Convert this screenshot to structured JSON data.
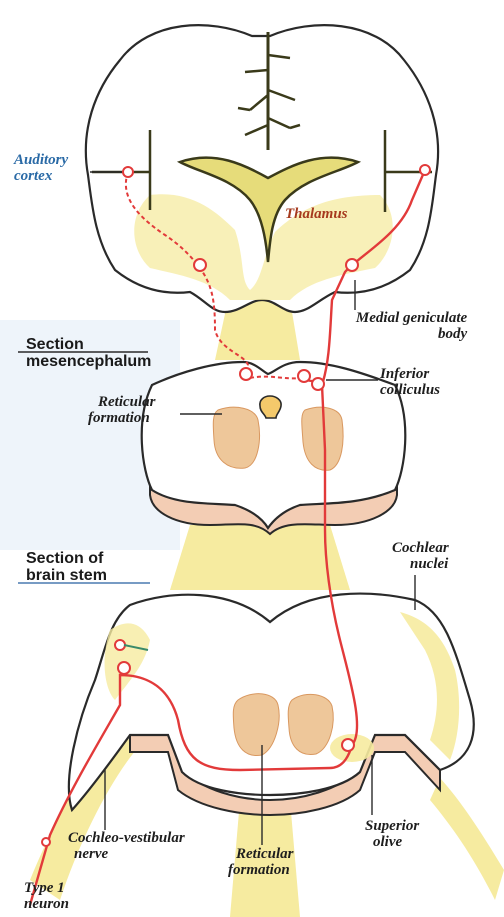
{
  "labels": {
    "auditory_cortex_1": "Auditory",
    "auditory_cortex_2": "cortex",
    "thalamus": "Thalamus",
    "medial_geniculate_1": "Medial geniculate",
    "medial_geniculate_2": "body",
    "inferior_colliculus_1": "Inferior",
    "inferior_colliculus_2": "colliculus",
    "reticular_formation_mid_1": "Reticular",
    "reticular_formation_mid_2": "formation",
    "cochlear_nuclei_1": "Cochlear",
    "cochlear_nuclei_2": "nuclei",
    "cochleo_vestibular_1": "Cochleo-vestibular",
    "cochleo_vestibular_2": "nerve",
    "reticular_formation_low_1": "Reticular",
    "reticular_formation_low_2": "formation",
    "superior_olive_1": "Superior",
    "superior_olive_2": "olive",
    "type1_neuron_1": "Type 1",
    "type1_neuron_2": "neuron"
  },
  "sections": {
    "mesencephalum_1": "Section",
    "mesencephalum_2": "mesencephalum",
    "brain_stem_1": "Section of",
    "brain_stem_2": "brain stem"
  },
  "colors": {
    "pathway": "#e23a3a",
    "yellow_fill": "#f6eba0",
    "reticular_fill": "#eec79a",
    "outline": "#2a2a2a",
    "label_blue": "#2a6aa6"
  }
}
